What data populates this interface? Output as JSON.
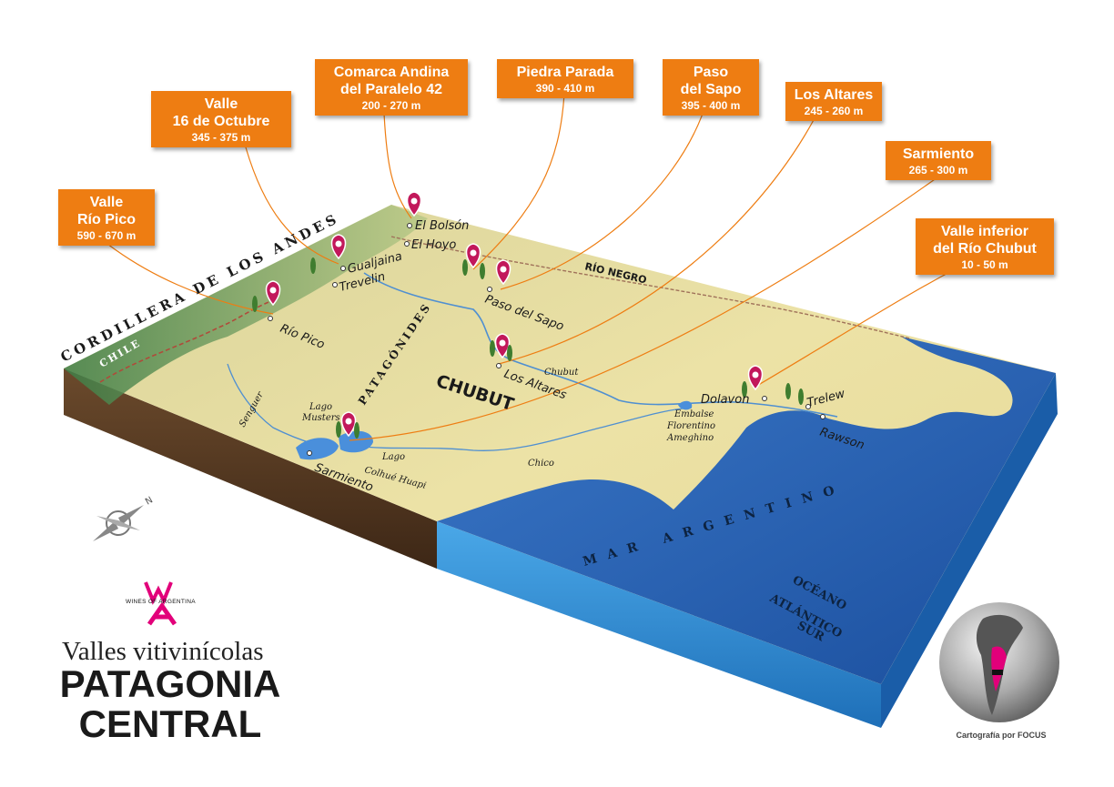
{
  "callouts": [
    {
      "id": "valle-rio-pico",
      "name": "Valle\nRío Pico",
      "range": "590 - 670 m"
    },
    {
      "id": "valle-16-de-octubre",
      "name": "Valle\n16 de Octubre",
      "range": "345 - 375 m"
    },
    {
      "id": "comarca-andina",
      "name": "Comarca Andina\ndel Paralelo 42",
      "range": "200 - 270 m"
    },
    {
      "id": "piedra-parada",
      "name": "Piedra Parada",
      "range": "390 - 410 m"
    },
    {
      "id": "paso-del-sapo",
      "name": "Paso\ndel Sapo",
      "range": "395 - 400 m"
    },
    {
      "id": "los-altares",
      "name": "Los Altares",
      "range": "245 - 260 m"
    },
    {
      "id": "sarmiento",
      "name": "Sarmiento",
      "range": "265 - 300 m"
    },
    {
      "id": "valle-inferior-rio-chubut",
      "name": "Valle inferior\ndel Río Chubut",
      "range": "10 - 50 m"
    }
  ],
  "places": {
    "el_bolson": "El Bolsón",
    "el_hoyo": "El Hoyo",
    "gualjaina": "Gualjaina",
    "trevelin": "Trevelin",
    "rio_pico": "Río Pico",
    "paso_del_sapo": "Paso del Sapo",
    "los_altares": "Los Altares",
    "dolavon": "Dolavon",
    "trelew": "Trelew",
    "rawson": "Rawson",
    "sarmiento": "Sarmiento"
  },
  "regions": {
    "cordillera": "CORDILLERA DE LOS ANDES",
    "chile": "CHILE",
    "rio_negro": "RÍO NEGRO",
    "chubut": "CHUBUT",
    "patagonides": "PATAGÓNIDES",
    "mar_argentino": "MAR ARGENTINO",
    "oceano_1": "OCÉANO",
    "oceano_2": "ATLÁNTICO",
    "oceano_3": "SUR"
  },
  "waters": {
    "chubut_river": "Chubut",
    "chico_river": "Chico",
    "senguer": "Senguer",
    "lago_musters_1": "Lago",
    "lago_musters_2": "Musters",
    "lago_colhue_1": "Lago",
    "lago_colhue_2": "Colhué Huapi",
    "embalse_1": "Embalse",
    "embalse_2": "Florentino",
    "embalse_3": "Ameghino"
  },
  "branding": {
    "logo_text": "WINES OF ARGENTINA",
    "subtitle": "Valles vitivinícolas",
    "title": "PATAGONIA\nCENTRAL",
    "credit": "Cartografía por FOCUS",
    "compass_north": "N"
  },
  "colors": {
    "callout": "#ee7d12",
    "land": "#e9dea0",
    "sea": "#2a63b6",
    "pin": "#c2185b",
    "brand": "#e2007a"
  }
}
